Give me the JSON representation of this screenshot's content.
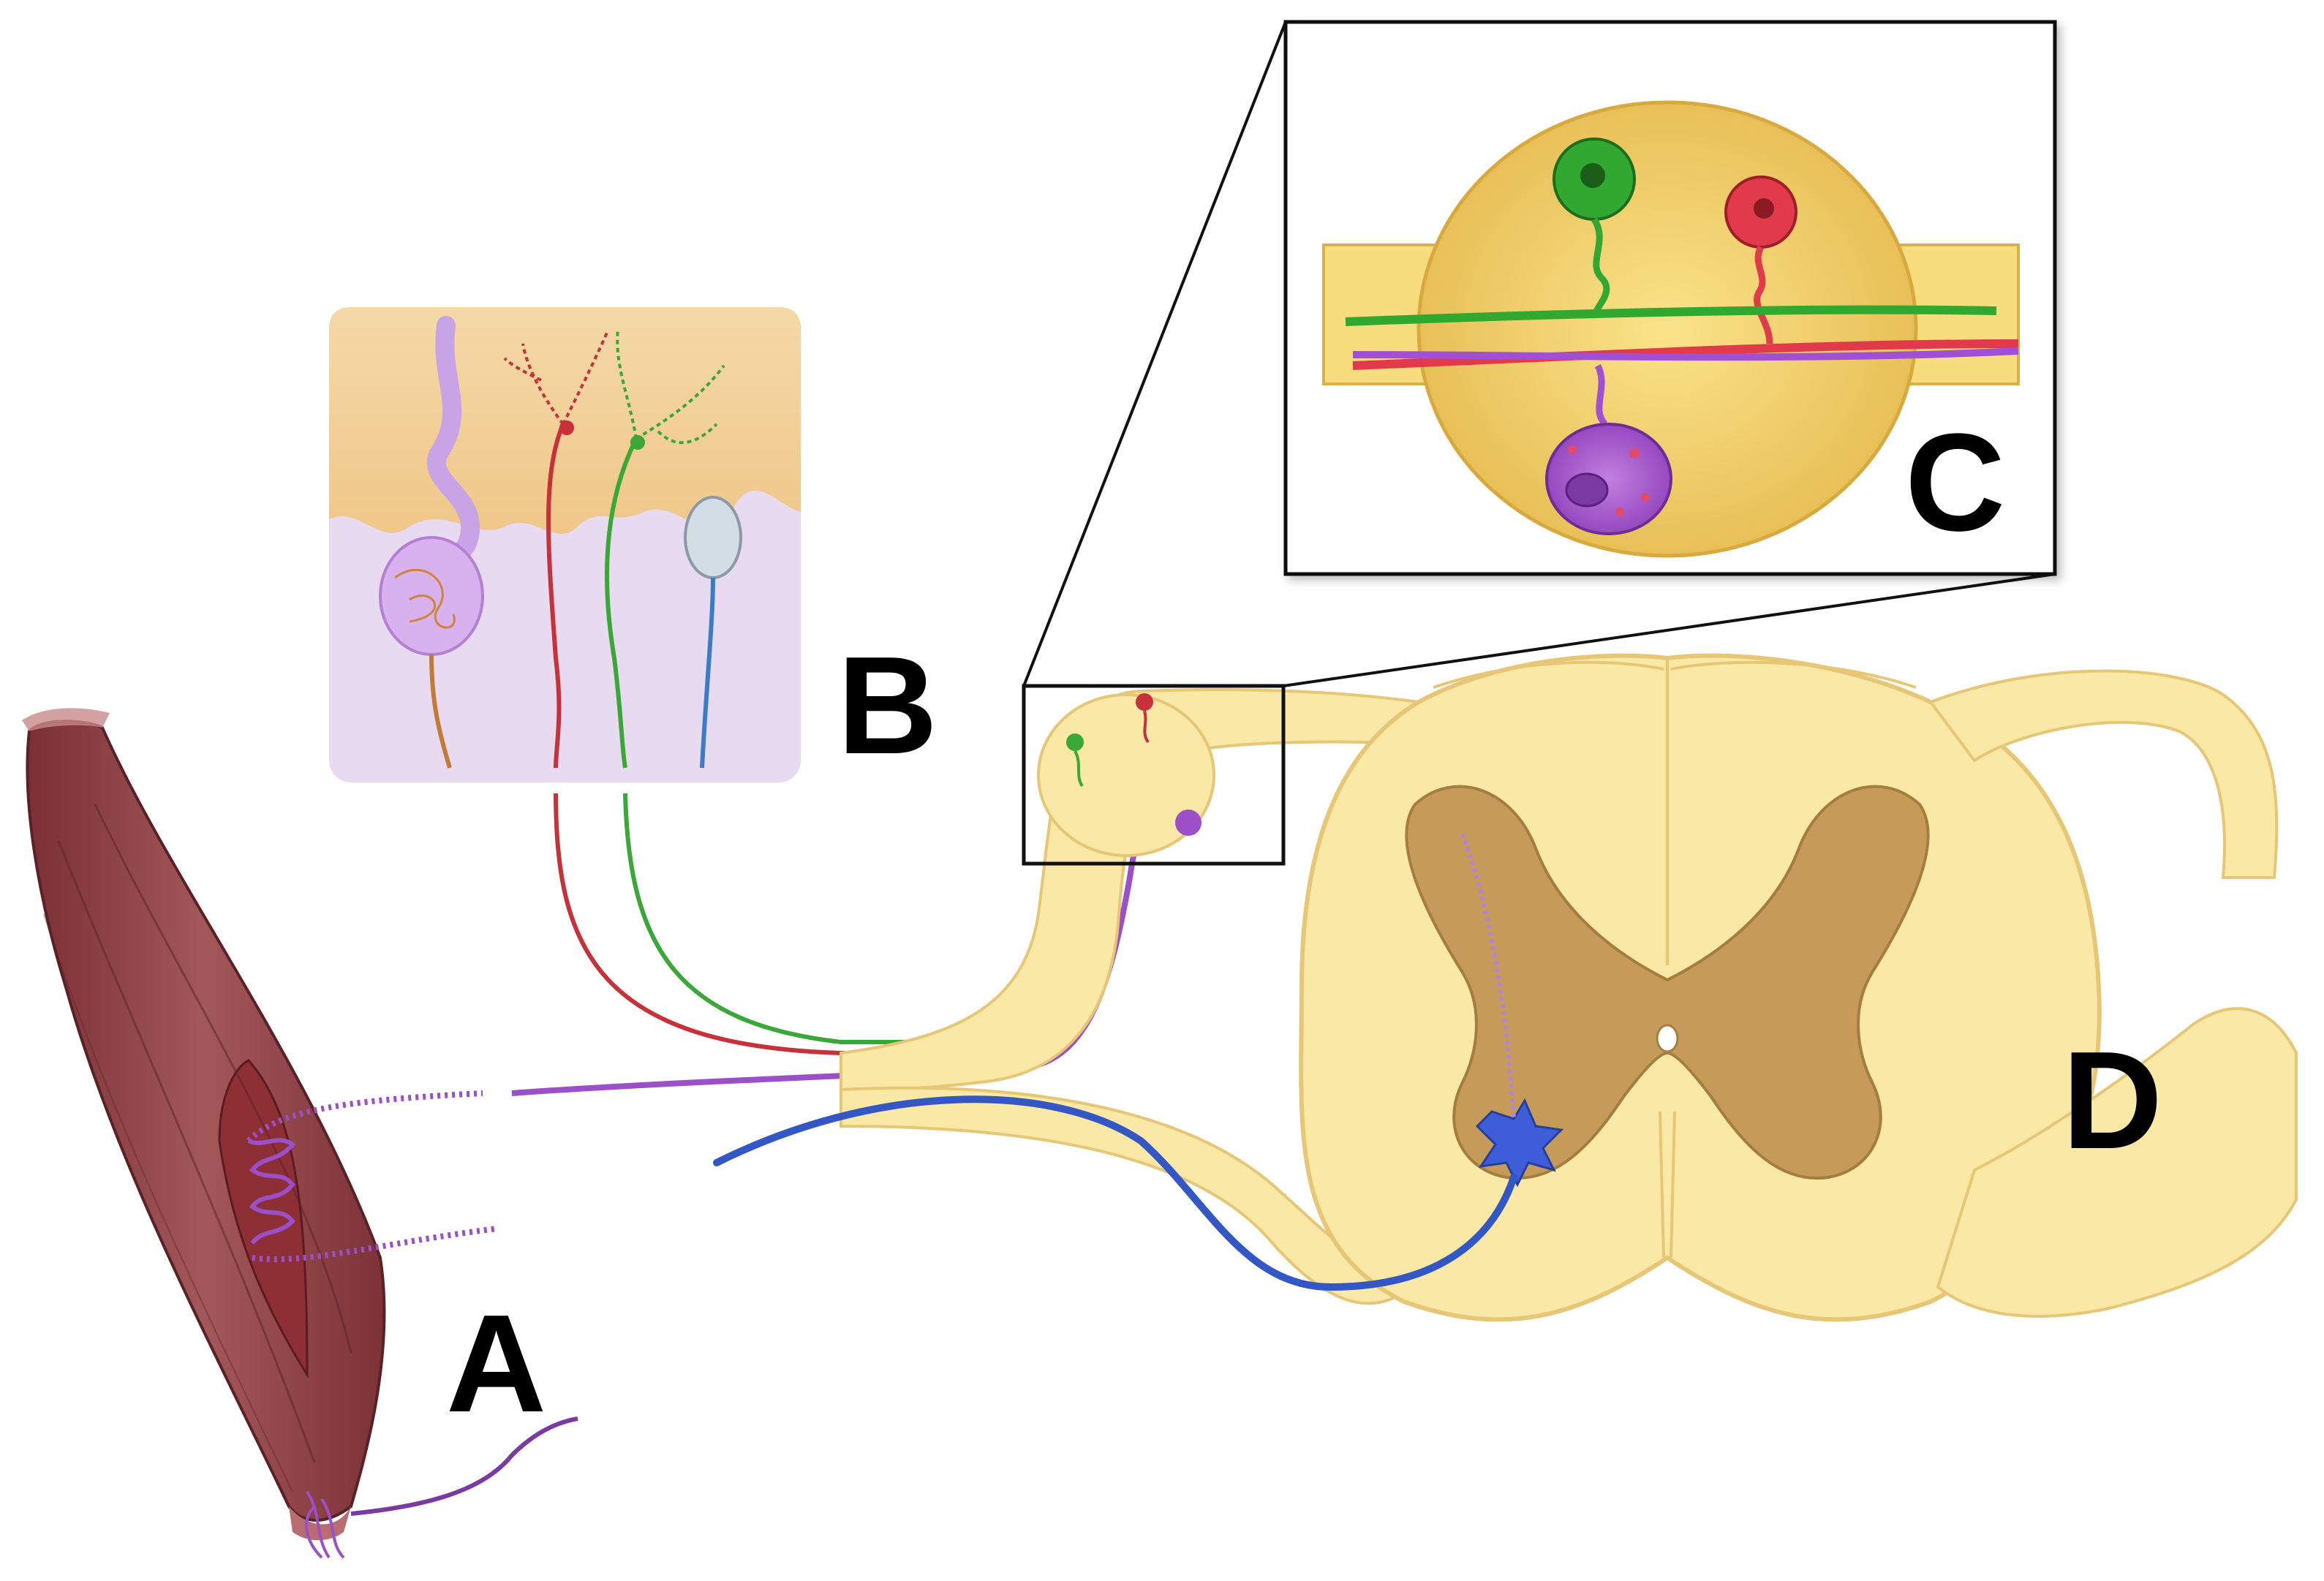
{
  "panels": {
    "a": {
      "label": "A"
    },
    "b": {
      "label": "B"
    },
    "c": {
      "label": "C"
    },
    "d": {
      "label": "D"
    }
  },
  "colors": {
    "background": "#ffffff",
    "muscle": "#9a4a4c",
    "muscle_dark": "#6e2c30",
    "skin_epidermis": "#f1c98e",
    "skin_dermis": "#e9dcf2",
    "spinal_white_matter": "#fae8a6",
    "spinal_outline": "#e7c675",
    "spinal_gray_matter": "#c69a58",
    "ganglion_fill": "#f3d36b",
    "fiber_red": "#c8303a",
    "fiber_green": "#3aa838",
    "fiber_purple": "#9b4fc9",
    "fiber_blue": "#3358c6",
    "fiber_orange": "#c27a36",
    "inset_frame": "#1a1a1a"
  }
}
